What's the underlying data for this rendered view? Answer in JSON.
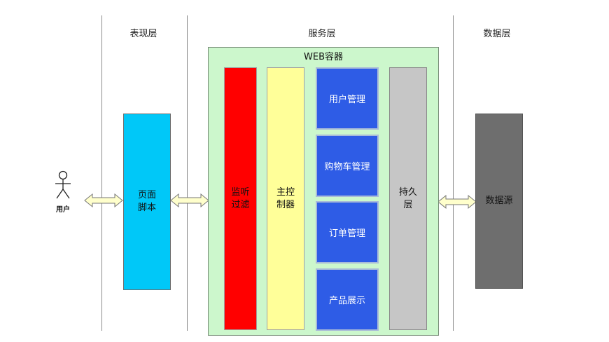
{
  "layers": {
    "presentation": "表现层",
    "service": "服务层",
    "data": "数据层"
  },
  "user": {
    "label": "用户"
  },
  "page_script": "页面脚本",
  "web_container": {
    "title": "WEB容器",
    "listener_filter": "监听过滤",
    "main_controller": "主控制器",
    "modules": [
      "用户管理",
      "购物车管理",
      "订单管理",
      "产品展示"
    ],
    "persistence": "持久层"
  },
  "data_source": "数据源",
  "colors": {
    "page_script": "#00c8f8",
    "container": "#ccf7cc",
    "filter": "#ff0000",
    "controller": "#ffff99",
    "module": "#2e5ce6",
    "persistence": "#c6c6c6",
    "data_source": "#6e6e6e",
    "arrow_fill": "#ffffcc"
  }
}
